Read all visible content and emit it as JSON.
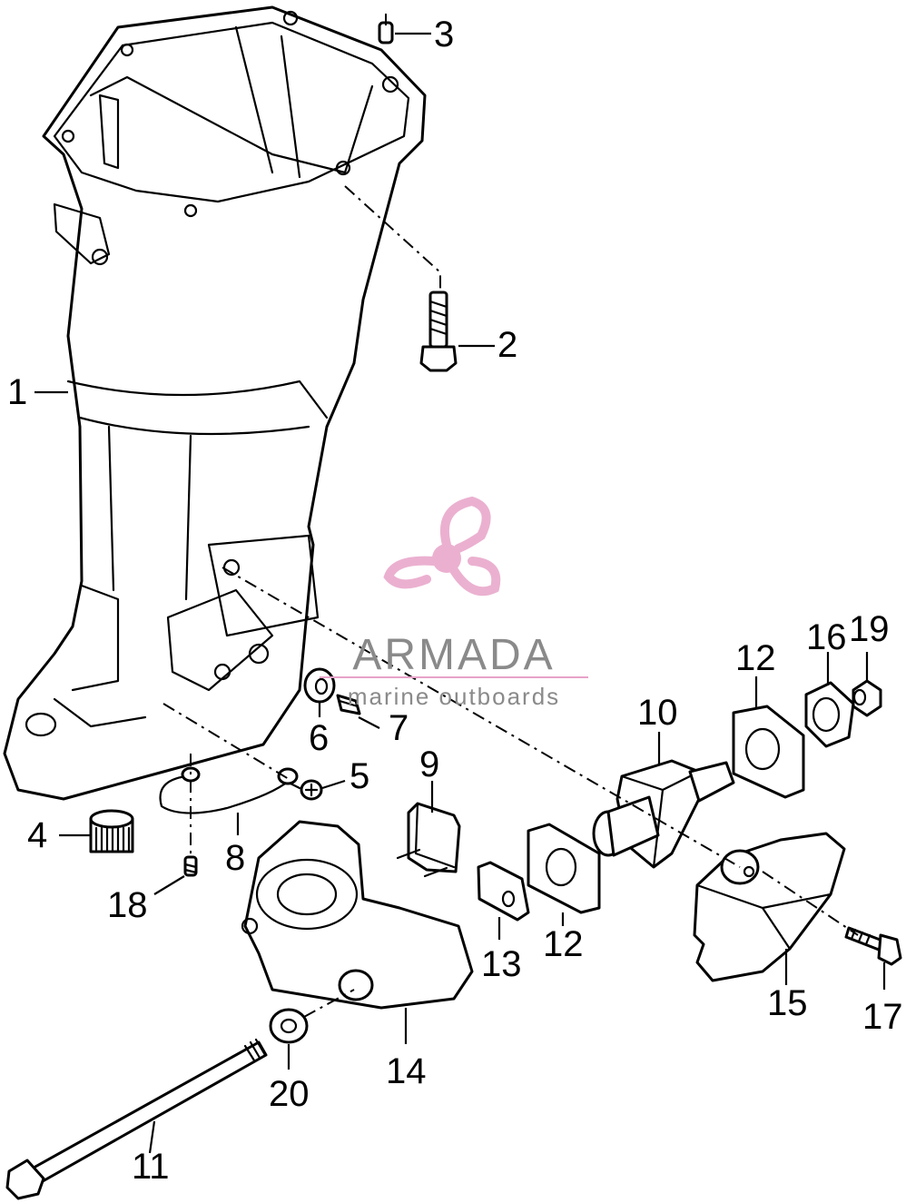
{
  "callouts": [
    {
      "id": "1",
      "text": "1"
    },
    {
      "id": "2",
      "text": "2"
    },
    {
      "id": "3",
      "text": "3"
    },
    {
      "id": "4",
      "text": "4"
    },
    {
      "id": "5",
      "text": "5"
    },
    {
      "id": "6",
      "text": "6"
    },
    {
      "id": "7",
      "text": "7"
    },
    {
      "id": "8",
      "text": "8"
    },
    {
      "id": "9",
      "text": "9"
    },
    {
      "id": "10",
      "text": "10"
    },
    {
      "id": "11",
      "text": "11"
    },
    {
      "id": "12a",
      "text": "12"
    },
    {
      "id": "12b",
      "text": "12"
    },
    {
      "id": "13",
      "text": "13"
    },
    {
      "id": "14",
      "text": "14"
    },
    {
      "id": "15",
      "text": "15"
    },
    {
      "id": "16",
      "text": "16"
    },
    {
      "id": "17",
      "text": "17"
    },
    {
      "id": "18",
      "text": "18"
    },
    {
      "id": "19",
      "text": "19"
    },
    {
      "id": "20",
      "text": "20"
    }
  ],
  "watermark": {
    "brand": "ARMADA",
    "tagline": "marine outboards",
    "icon": "propeller-icon",
    "color_brand": "#8a8a8a",
    "color_logo": "#e8a3c8"
  },
  "colors": {
    "line": "#000000",
    "background": "#ffffff"
  }
}
